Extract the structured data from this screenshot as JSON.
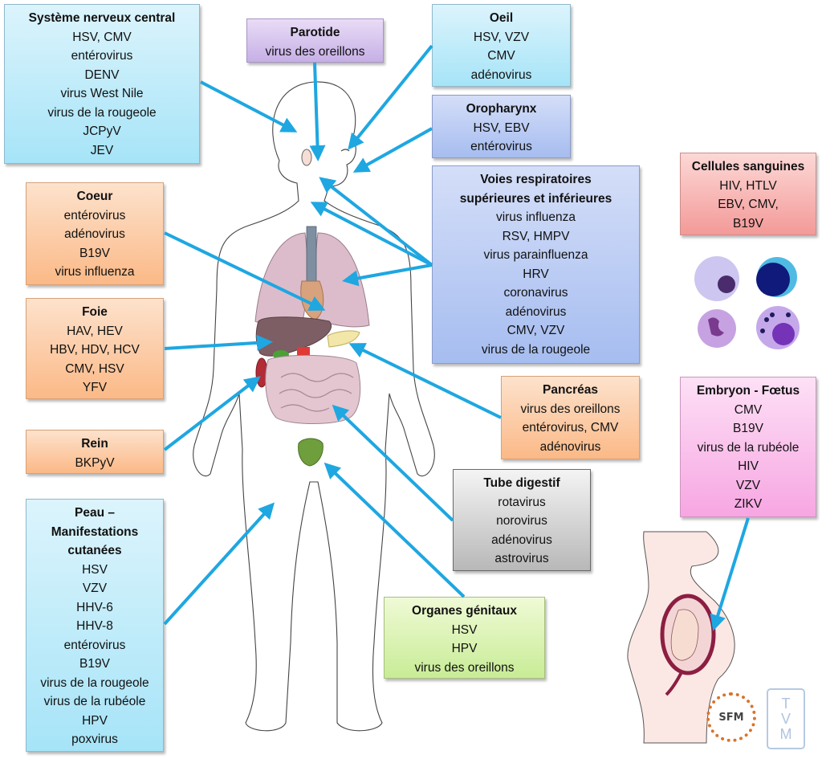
{
  "diagram": {
    "boxes": {
      "snc": {
        "title": "Système nerveux  central",
        "items": [
          "HSV, CMV",
          "entérovirus",
          "DENV",
          "virus West Nile",
          "virus de la rougeole",
          "JCPyV",
          "JEV"
        ],
        "color": "#a6e4f8"
      },
      "parotide": {
        "title": "Parotide",
        "items": [
          "virus des oreillons"
        ],
        "color": "#c6afe6"
      },
      "oeil": {
        "title": "Oeil",
        "items": [
          "HSV, VZV",
          "CMV",
          "adénovirus"
        ],
        "color": "#a6e4f8"
      },
      "oropharynx": {
        "title": "Oropharynx",
        "items": [
          "HSV, EBV",
          "entérovirus"
        ],
        "color": "#a6bdf0"
      },
      "voies_resp": {
        "title_lines": [
          "Voies respiratoires",
          "supérieures et inférieures"
        ],
        "items": [
          "virus influenza",
          "RSV, HMPV",
          "virus parainfluenza",
          "HRV",
          "coronavirus",
          "adénovirus",
          "CMV, VZV",
          "virus de la rougeole"
        ],
        "color": "#a6bdf0"
      },
      "cellules": {
        "title": "Cellules sanguines",
        "items": [
          "HIV, HTLV",
          "EBV, CMV,",
          "B19V"
        ],
        "color": "#f39a98"
      },
      "coeur": {
        "title": "Coeur",
        "items": [
          "entérovirus",
          "adénovirus",
          "B19V",
          "virus influenza"
        ],
        "color": "#fbb987"
      },
      "foie": {
        "title": "Foie",
        "items": [
          "HAV, HEV",
          "HBV, HDV, HCV",
          "CMV, HSV",
          "YFV"
        ],
        "color": "#fbb987"
      },
      "rein": {
        "title": "Rein",
        "items": [
          "BKPyV"
        ],
        "color": "#fbb987"
      },
      "pancreas": {
        "title": "Pancréas",
        "items": [
          "virus des oreillons",
          "entérovirus, CMV",
          "adénovirus"
        ],
        "color": "#fbb987"
      },
      "embryon": {
        "title": "Embryon - Fœtus",
        "items": [
          "CMV",
          "B19V",
          "virus de la rubéole",
          "HIV",
          "VZV",
          "ZIKV"
        ],
        "color": "#f7a6e2"
      },
      "tube": {
        "title": "Tube digestif",
        "items": [
          "rotavirus",
          "norovirus",
          "adénovirus",
          "astrovirus"
        ],
        "color": "#b8b8b8"
      },
      "peau": {
        "title_lines": [
          "Peau –",
          "Manifestations",
          "cutanées"
        ],
        "items": [
          "HSV",
          "VZV",
          "HHV-6",
          "HHV-8",
          "entérovirus",
          "B19V",
          "virus de la rougeole",
          "virus de la rubéole",
          "HPV",
          "poxvirus"
        ],
        "color": "#a6e4f8"
      },
      "genitaux": {
        "title": "Organes génitaux",
        "items": [
          "HSV",
          "HPV",
          "virus des oreillons"
        ],
        "color": "#c8ec96"
      }
    },
    "arrow_color": "#1ea7e1",
    "logos": {
      "sfm": "SFM",
      "tvm_letters": [
        "T",
        "V",
        "M"
      ]
    }
  }
}
